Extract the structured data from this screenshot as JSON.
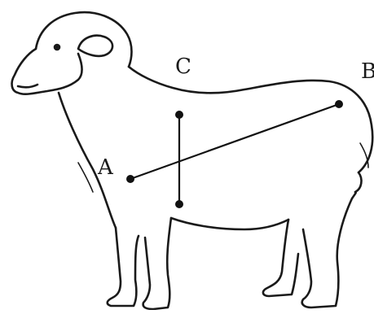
{
  "diagram": {
    "points": [
      {
        "id": "A",
        "label": "A"
      },
      {
        "id": "B",
        "label": "B"
      },
      {
        "id": "C",
        "label": "C"
      }
    ],
    "colors": {
      "outline": "#1a1a1a",
      "segment": "#111111",
      "background": "#ffffff"
    },
    "subject_icon": "sheep-outline-icon"
  }
}
